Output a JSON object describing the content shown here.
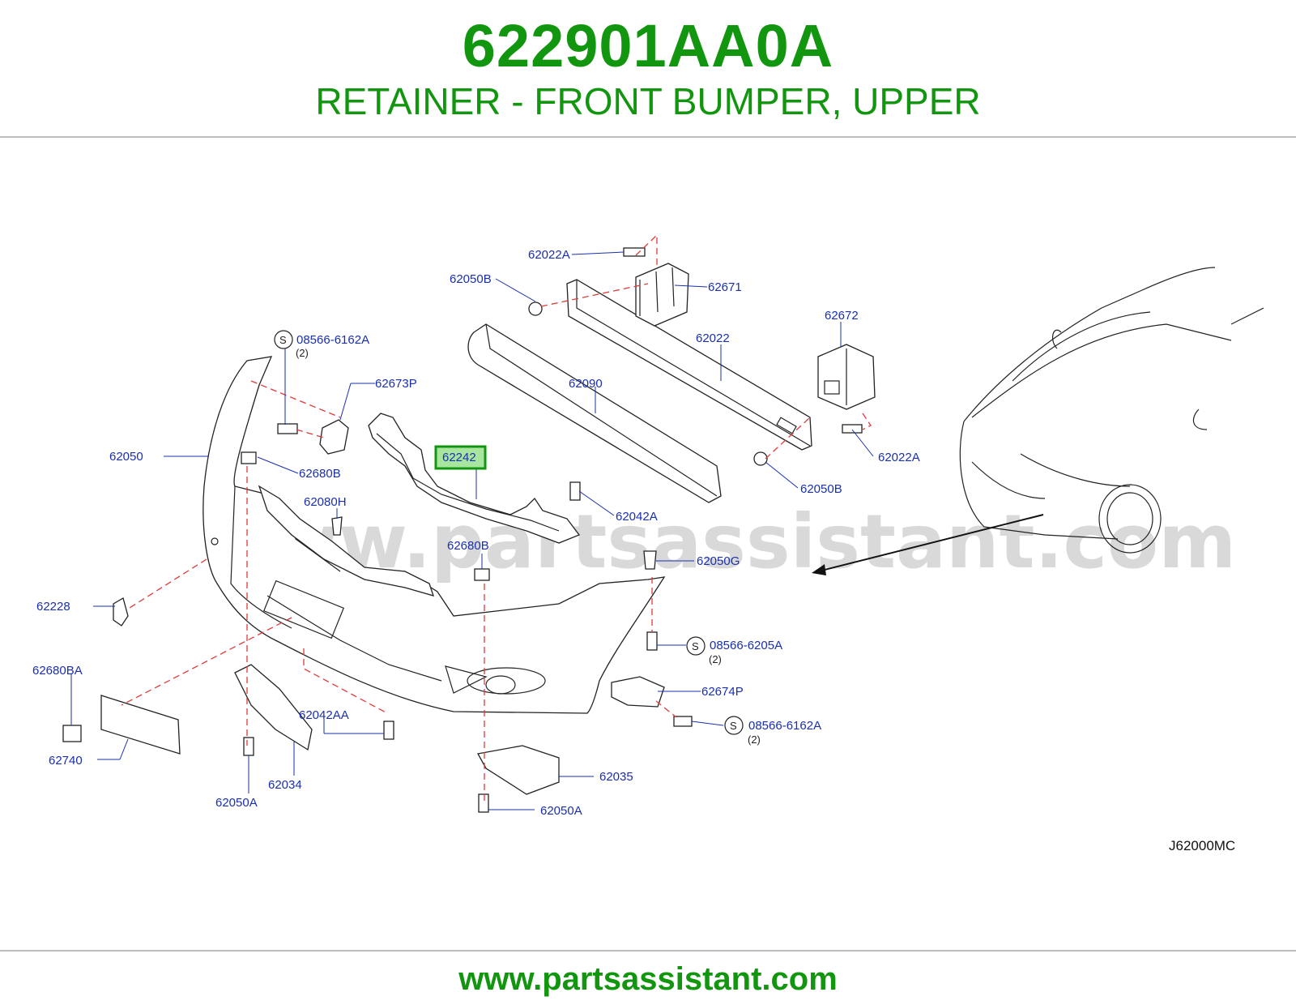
{
  "header": {
    "part_number": "622901AA0A",
    "part_name": "RETAINER - FRONT BUMPER, UPPER"
  },
  "diagram": {
    "watermark": "www.partsassistant.com",
    "diagram_code": "J62000MC",
    "highlight_color": "#13960f",
    "label_color": "#1a2fae",
    "labels": {
      "l62022A_top": "62022A",
      "l62050B_top": "62050B",
      "l62671": "62671",
      "l62672": "62672",
      "l62022": "62022",
      "l62090": "62090",
      "l62022A_right": "62022A",
      "l62050B_right": "62050B",
      "l08566_6162A_top": "08566-6162A",
      "l62673P": "62673P",
      "l62050": "62050",
      "l62680B_left": "62680B",
      "l62242": "62242",
      "l62080H": "62080H",
      "l62042A": "62042A",
      "l62680B_mid": "62680B",
      "l62050G": "62050G",
      "l62228": "62228",
      "l08566_6205A": "08566-6205A",
      "l62680BA": "62680BA",
      "l62674P": "62674P",
      "l62042AA": "62042AA",
      "l08566_6162A_bottom": "08566-6162A",
      "l62740": "62740",
      "l62034": "62034",
      "l62035": "62035",
      "l62050A_left": "62050A",
      "l62050A_right": "62050A"
    },
    "quantities": {
      "q1": "(2)",
      "q2": "(2)",
      "q3": "(2)"
    },
    "s_marks": {
      "s1": "S",
      "s2": "S",
      "s3": "S"
    }
  },
  "footer": {
    "site": "www.partsassistant.com"
  }
}
